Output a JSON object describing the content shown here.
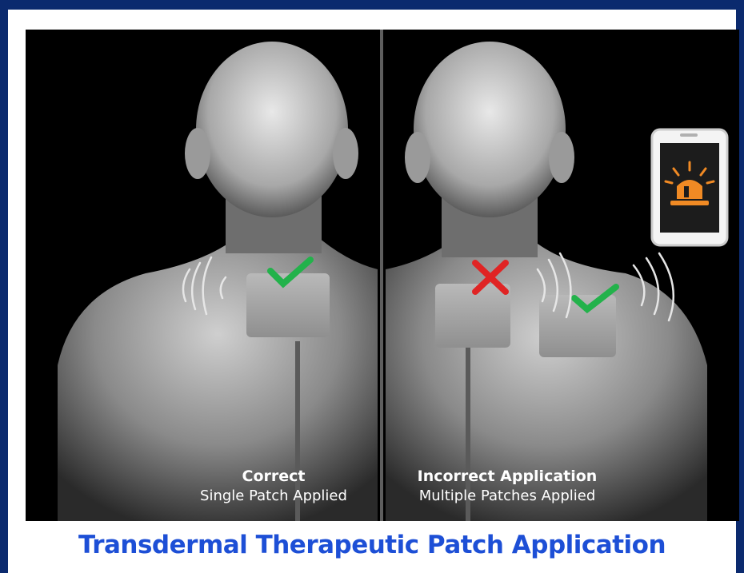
{
  "figure": {
    "title": "Transdermal Therapeutic Patch Application",
    "left_panel": {
      "heading": "Correct",
      "subheading": "Single Patch Applied",
      "status_icon": "check-icon",
      "patch_count": 1
    },
    "right_panel": {
      "heading": "Incorrect Application",
      "subheading": "Multiple Patches Applied",
      "status_icons": [
        "cross-icon",
        "check-icon"
      ],
      "patch_count": 2,
      "alert_device": "phone-alarm-icon"
    }
  },
  "colors": {
    "border": "#0b2a6e",
    "title": "#1d4fd6",
    "check": "#23b24b",
    "cross": "#e02424",
    "alarm": "#f08a24"
  }
}
